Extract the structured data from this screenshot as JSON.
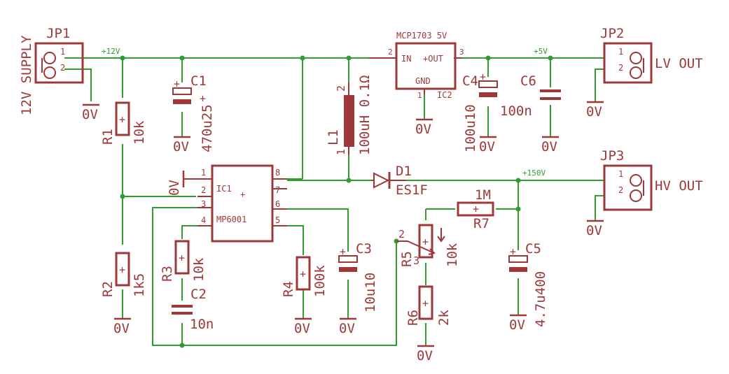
{
  "title_vertical": "12V SUPPLY",
  "connectors": {
    "jp1": {
      "name": "JP1",
      "pin1": "1",
      "pin2": "2"
    },
    "jp2": {
      "name": "JP2",
      "pin1": "1",
      "pin2": "2",
      "label": "LV OUT"
    },
    "jp3": {
      "name": "JP3",
      "pin1": "1",
      "pin2": "2",
      "label": "HV OUT"
    }
  },
  "nets": {
    "v12": "+12V",
    "v5": "+5V",
    "v150": "+150V",
    "gnd": "0V"
  },
  "regulator": {
    "name": "MCP1703 5V",
    "ref": "IC2",
    "in": "IN",
    "out": "+OUT",
    "gnd": "GND",
    "pin_in": "2",
    "pin_out": "3",
    "pin_gnd": "1"
  },
  "ic1": {
    "ref": "IC1",
    "part": "MP6001",
    "plus": "+",
    "pins": [
      "1",
      "2",
      "3",
      "4",
      "5",
      "6",
      "7",
      "8"
    ]
  },
  "components": {
    "c1": {
      "ref": "C1",
      "value": "470u25"
    },
    "c2": {
      "ref": "C2",
      "value": "10n"
    },
    "c3": {
      "ref": "C3",
      "value": "10u10"
    },
    "c4": {
      "ref": "C4",
      "value": "100u10"
    },
    "c5": {
      "ref": "C5",
      "value": "4.7u400"
    },
    "c6": {
      "ref": "C6",
      "value": "100n"
    },
    "r1": {
      "ref": "R1",
      "value": "10k"
    },
    "r2": {
      "ref": "R2",
      "value": "1k5"
    },
    "r3": {
      "ref": "R3",
      "value": "10k"
    },
    "r4": {
      "ref": "R4",
      "value": "100k"
    },
    "r5": {
      "ref": "R5",
      "value": "10k",
      "pin2": "2",
      "pin3": "3"
    },
    "r6": {
      "ref": "R6",
      "value": "2k"
    },
    "r7": {
      "ref": "R7",
      "value": "1M"
    },
    "l1": {
      "ref": "L1",
      "value": "100uH 0.1Ω",
      "pin1": "1",
      "pin2": "2"
    },
    "d1": {
      "ref": "D1",
      "value": "ES1F"
    }
  },
  "symbols": {
    "plus": "+"
  }
}
